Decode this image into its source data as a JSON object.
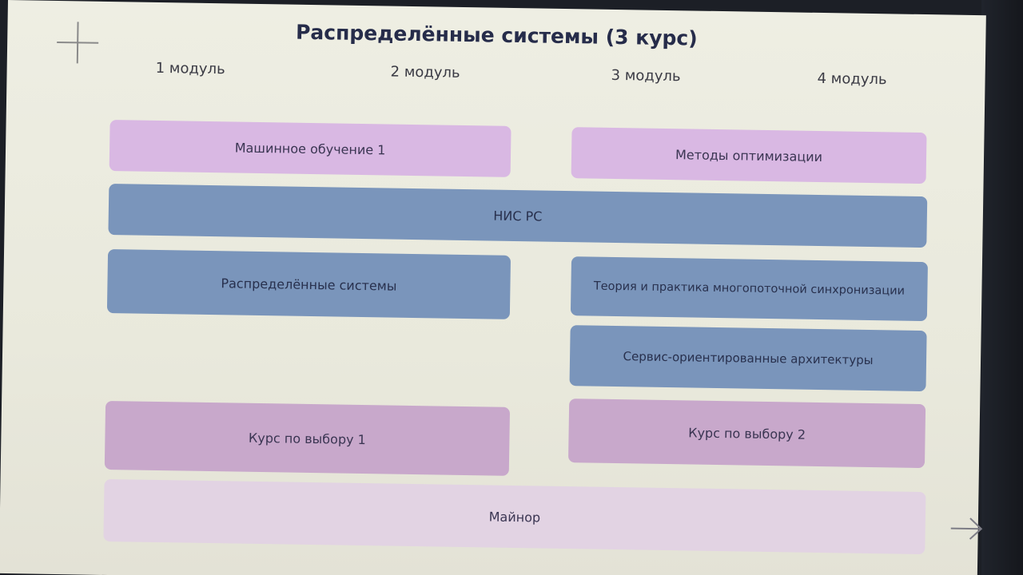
{
  "title": "Распределённые системы (3 курс)",
  "modules": [
    "1 модуль",
    "2 модуль",
    "3 модуль",
    "4 модуль"
  ],
  "blocks": {
    "ml1": "Машинное обучение 1",
    "optimization": "Методы оптимизации",
    "nis": "НИС РС",
    "distributed": "Распределённые системы",
    "multithread": "Теория и практика многопоточной синхронизации",
    "soa": "Сервис-ориентированные архитектуры",
    "elective1": "Курс по выбору 1",
    "elective2": "Курс по выбору 2",
    "minor": "Майнор"
  },
  "colors": {
    "slide_bg": "#ececdf",
    "lilac": "#d9b8e3",
    "blue": "#7a95bb",
    "mauve": "#c8a8cb",
    "pale": "#e2d3e3",
    "title": "#262c4a"
  },
  "icons": {
    "top_left": "plus-icon",
    "bottom_right": "arrow-right-icon"
  }
}
